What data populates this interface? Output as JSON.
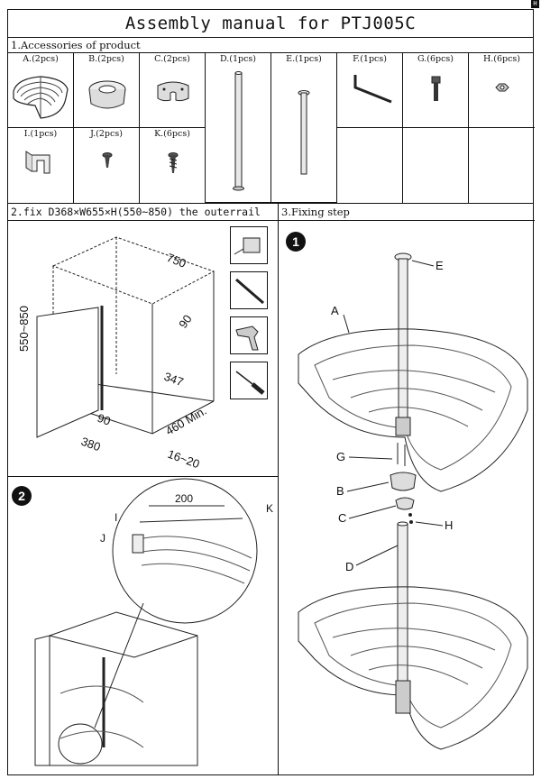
{
  "corner_mark": "H",
  "title": "Assembly manual for PTJ005C",
  "section1": "1.Accessories of product",
  "accessories": [
    {
      "label": "A.(2pcs)",
      "icon": "basket-tray-icon"
    },
    {
      "label": "B.(2pcs)",
      "icon": "bearing-hub-icon"
    },
    {
      "label": "C.(2pcs)",
      "icon": "split-collar-icon"
    },
    {
      "label": "D.(1pcs)",
      "icon": "long-pole-icon"
    },
    {
      "label": "E.(1pcs)",
      "icon": "top-pole-icon"
    },
    {
      "label": "F.(1pcs)",
      "icon": "allen-key-icon"
    },
    {
      "label": "G.(6pcs)",
      "icon": "hex-bolt-icon"
    },
    {
      "label": "H.(6pcs)",
      "icon": "hex-nut-icon"
    },
    {
      "label": "I.(1pcs)",
      "icon": "bracket-icon"
    },
    {
      "label": "J.(2pcs)",
      "icon": "short-screw-icon"
    },
    {
      "label": "K.(6pcs)",
      "icon": "wood-screw-icon"
    }
  ],
  "section2": "2.fix D368×W655×H(550~850) the outerrail",
  "section3": "3.Fixing step",
  "dims": {
    "width": "750",
    "height": "550~850",
    "d90a": "90",
    "d347": "347",
    "d90b": "90",
    "d380": "380",
    "min": "460 Min.",
    "gap": "16~20",
    "d200": "200"
  },
  "tools": [
    "tape-measure-icon",
    "pencil-icon",
    "drill-icon",
    "screwdriver-icon"
  ],
  "steps": {
    "step1": "1",
    "step2": "2"
  },
  "step2_labels": {
    "i": "I",
    "j": "J",
    "k": "K"
  },
  "step1_labels": {
    "e": "E",
    "a": "A",
    "g": "G",
    "b": "B",
    "c": "C",
    "h": "H",
    "d": "D"
  }
}
